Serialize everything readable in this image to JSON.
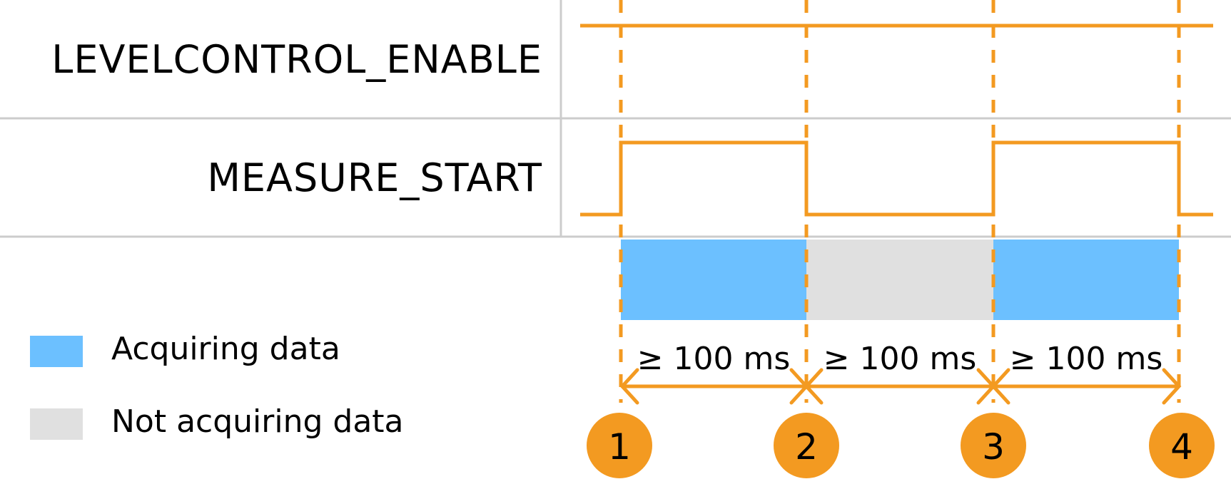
{
  "signals": [
    {
      "name": "LEVELCONTROL_ENABLE",
      "type": "constant-high"
    },
    {
      "name": "MEASURE_START",
      "type": "pulse",
      "states": [
        "low",
        "high",
        "low",
        "high",
        "low"
      ]
    }
  ],
  "segments": [
    {
      "from_marker": "1",
      "to_marker": "2",
      "state": "acquiring",
      "duration_label": "≥ 100 ms"
    },
    {
      "from_marker": "2",
      "to_marker": "3",
      "state": "not-acquiring",
      "duration_label": "≥ 100 ms"
    },
    {
      "from_marker": "3",
      "to_marker": "4",
      "state": "acquiring",
      "duration_label": "≥ 100 ms"
    }
  ],
  "markers": [
    "1",
    "2",
    "3",
    "4"
  ],
  "legend": [
    {
      "label": "Acquiring data",
      "color": "#6CC0FF"
    },
    {
      "label": "Not acquiring data",
      "color": "#E0E0E0"
    }
  ],
  "colors": {
    "signal": "#F39A21",
    "divider": "#CCCCCC",
    "acquiring": "#6CC0FF",
    "not_acquiring": "#E0E0E0"
  }
}
